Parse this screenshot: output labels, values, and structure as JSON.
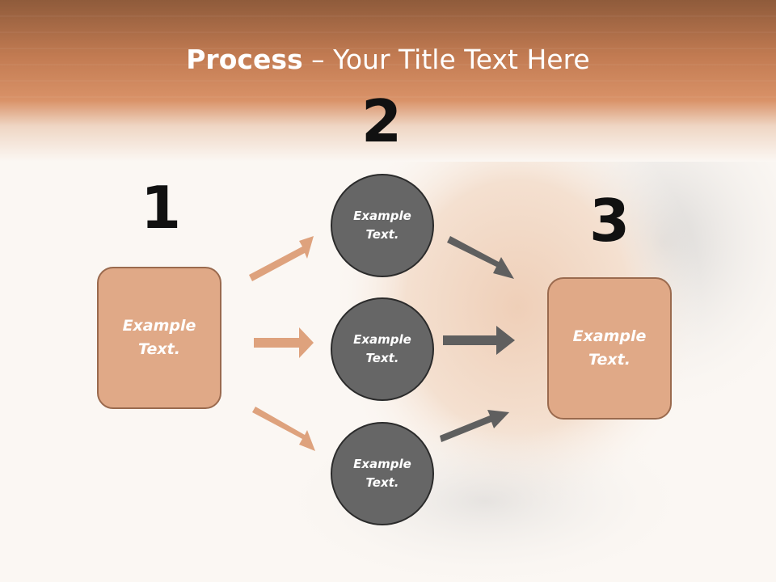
{
  "slide": {
    "title_strong": "Process",
    "title_rest": " – Your Title Text Here"
  },
  "steps": [
    {
      "number": "1",
      "label": "Example\nText."
    },
    {
      "number": "2",
      "items": [
        "Example\nText.",
        "Example\nText.",
        "Example\nText."
      ]
    },
    {
      "number": "3",
      "label": "Example\nText."
    }
  ],
  "colors": {
    "header": "#c98459",
    "box_fill": "#e0a987",
    "box_border": "#9a6a4e",
    "circle_fill": "#666666",
    "circle_border": "#2b2b2b",
    "arrow_light": "#dea27d",
    "arrow_dark": "#5f5f5f"
  }
}
